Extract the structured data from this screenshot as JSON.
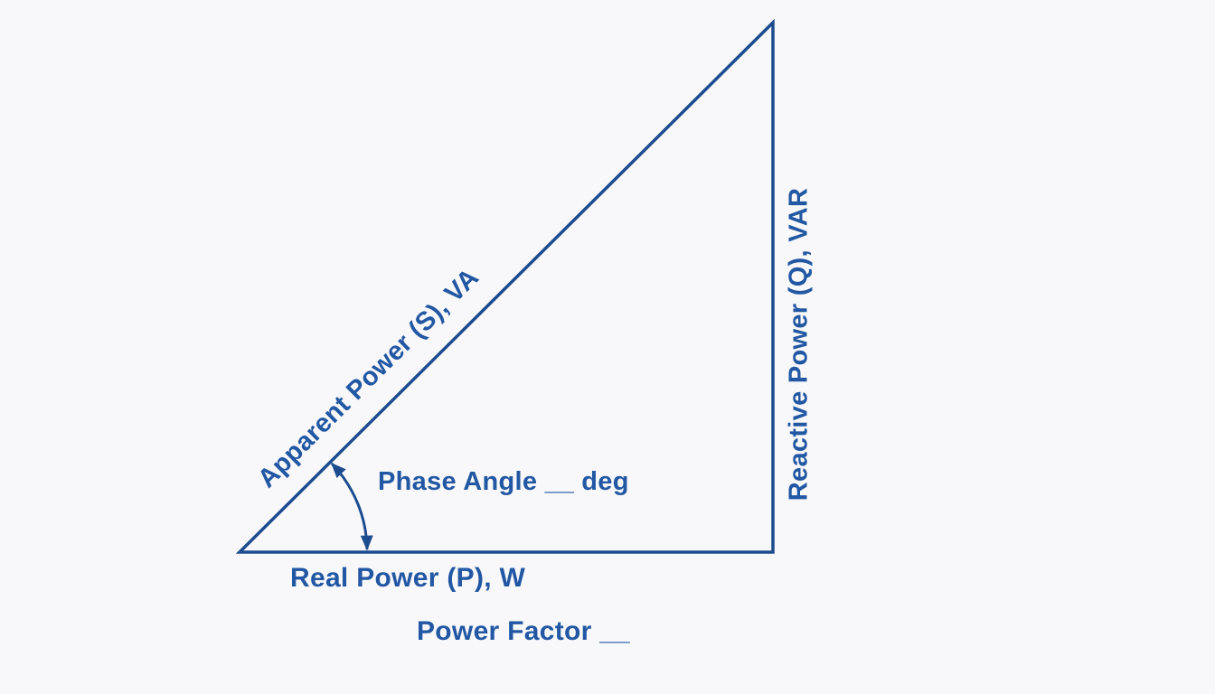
{
  "diagram": {
    "type": "power-triangle",
    "colors": {
      "line": "#1c4c8f",
      "text": "#2257a3",
      "background": "#f8f8fa"
    },
    "labels": {
      "hypotenuse": "Apparent Power (S), VA",
      "vertical_side": "Reactive Power (Q), VAR",
      "base_side": "Real Power (P), W",
      "phase_angle": {
        "label": "Phase Angle",
        "blank": "__",
        "unit": "deg"
      },
      "power_factor": {
        "label": "Power Factor",
        "blank": "__"
      }
    }
  }
}
